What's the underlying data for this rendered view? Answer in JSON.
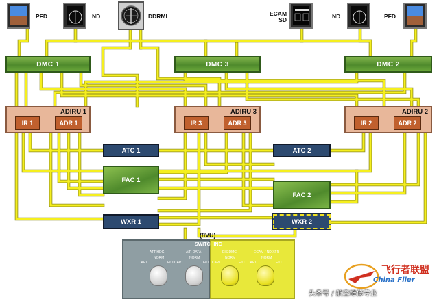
{
  "displays": {
    "pfd_left": "PFD",
    "nd_left": "ND",
    "ddrmi": "DDRMI",
    "ecam_sd": "ECAM\nSD",
    "nd_right": "ND",
    "pfd_right": "PFD"
  },
  "dmc": {
    "dmc1": "DMC 1",
    "dmc3": "DMC 3",
    "dmc2": "DMC 2"
  },
  "adiru": {
    "adiru1": {
      "title": "ADIRU 1",
      "ir": "IR 1",
      "adr": "ADR 1"
    },
    "adiru3": {
      "title": "ADIRU 3",
      "ir": "IR 3",
      "adr": "ADR 3"
    },
    "adiru2": {
      "title": "ADIRU 2",
      "ir": "IR 2",
      "adr": "ADR 2"
    }
  },
  "systems": {
    "atc1": "ATC 1",
    "atc2": "ATC 2",
    "fac1": "FAC 1",
    "fac2": "FAC 2",
    "wxr1": "WXR 1",
    "wxr2": "WXR 2"
  },
  "panel": {
    "location": "(8VU)",
    "switching": "SWITCHING",
    "att_hdg": "ATT HDG",
    "air_data": "AIR DATA",
    "eis_dmc": "EIS DMC",
    "ecam_nd_xfr": "ECAM / ND XFR",
    "norm": "NORM",
    "capt": "CAPT",
    "fo": "F/O"
  },
  "watermark": {
    "brand_cn": "飞行者联盟",
    "brand_en": "China Flier",
    "caption": "头条号 / 航空维修专业"
  },
  "colors": {
    "wire": "#f5ef1e",
    "wire_outline": "#8a8a20",
    "dmc_green": "#4f8a2c",
    "adiru_tan": "#e8b79a",
    "ir_adr_orange": "#c0602e",
    "system_navy": "#2d4a70",
    "panel_grey": "#8f9ea3",
    "panel_yellow": "#e8e83a"
  }
}
